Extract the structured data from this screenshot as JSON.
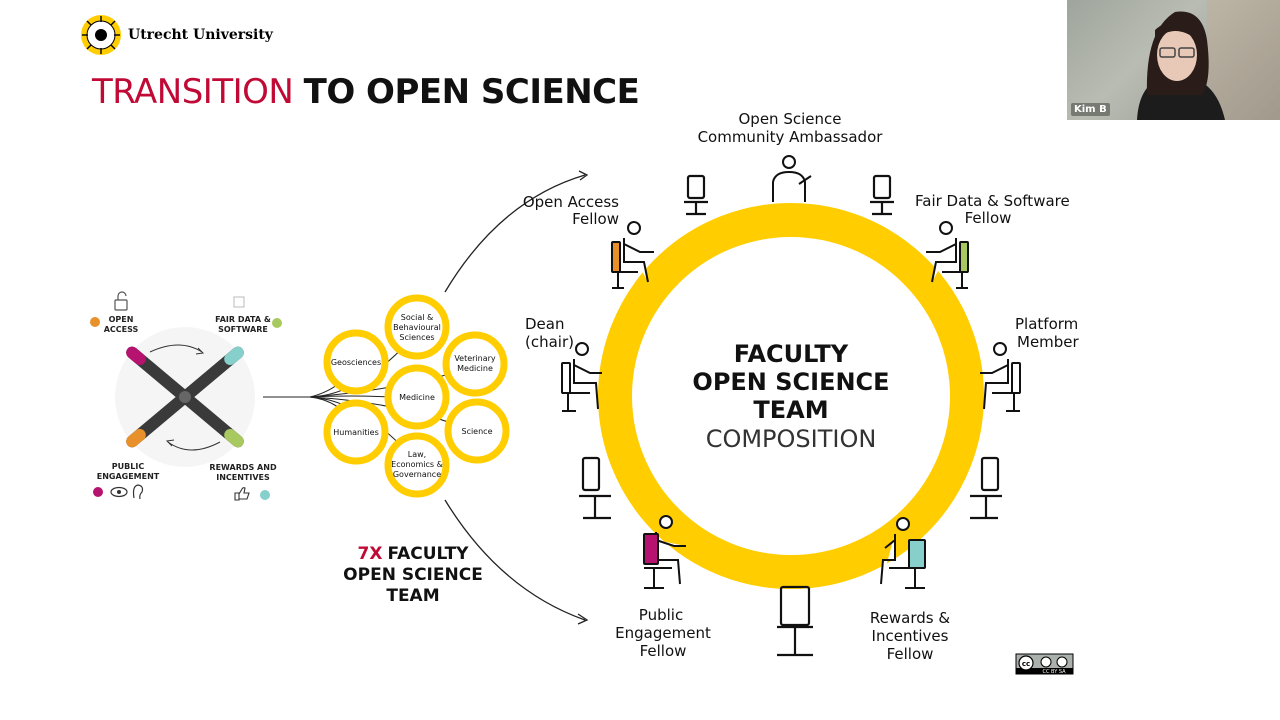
{
  "header": {
    "logo_text": "Utrecht University",
    "title_accent": "TRANSITION",
    "title_rest": "TO OPEN SCIENCE"
  },
  "webcam": {
    "name": "Kim B"
  },
  "propeller": {
    "open_access": [
      "OPEN",
      "ACCESS"
    ],
    "fair_data": [
      "FAIR DATA &",
      "SOFTWARE"
    ],
    "public_engagement": [
      "PUBLIC",
      "ENGAGEMENT"
    ],
    "rewards": [
      "REWARDS AND",
      "INCENTIVES"
    ]
  },
  "faculties": {
    "social": [
      "Social &",
      "Behavioural",
      "Sciences"
    ],
    "geosciences": "Geosciences",
    "veterinary": [
      "Veterinary",
      "Medicine"
    ],
    "medicine": "Medicine",
    "humanities": "Humanities",
    "science": "Science",
    "law": [
      "Law,",
      "Economics &",
      "Governance"
    ]
  },
  "faculty_team_label": {
    "count": "7X",
    "line1_rest": "FACULTY",
    "line2": "OPEN SCIENCE",
    "line3": "TEAM"
  },
  "team_circle": {
    "line1": "FACULTY",
    "line2": "OPEN SCIENCE",
    "line3": "TEAM",
    "line4": "COMPOSITION"
  },
  "roles": {
    "ambassador": [
      "Open Science",
      "Community Ambassador"
    ],
    "open_access_fellow": [
      "Open Access",
      "Fellow"
    ],
    "fair_data_fellow": [
      "Fair Data & Software",
      "Fellow"
    ],
    "dean": [
      "Dean",
      "(chair)"
    ],
    "platform_member": [
      "Platform",
      "Member"
    ],
    "public_engagement_fellow": [
      "Public",
      "Engagement",
      "Fellow"
    ],
    "rewards_fellow": [
      "Rewards &",
      "Incentives",
      "Fellow"
    ]
  },
  "license": "CC BY SA",
  "colors": {
    "accent_red": "#c00a35",
    "yellow": "#ffcd00",
    "open_access": "#e8912a",
    "fair_data": "#a8c960",
    "public_engagement": "#b5136f",
    "rewards": "#86cfcb"
  }
}
